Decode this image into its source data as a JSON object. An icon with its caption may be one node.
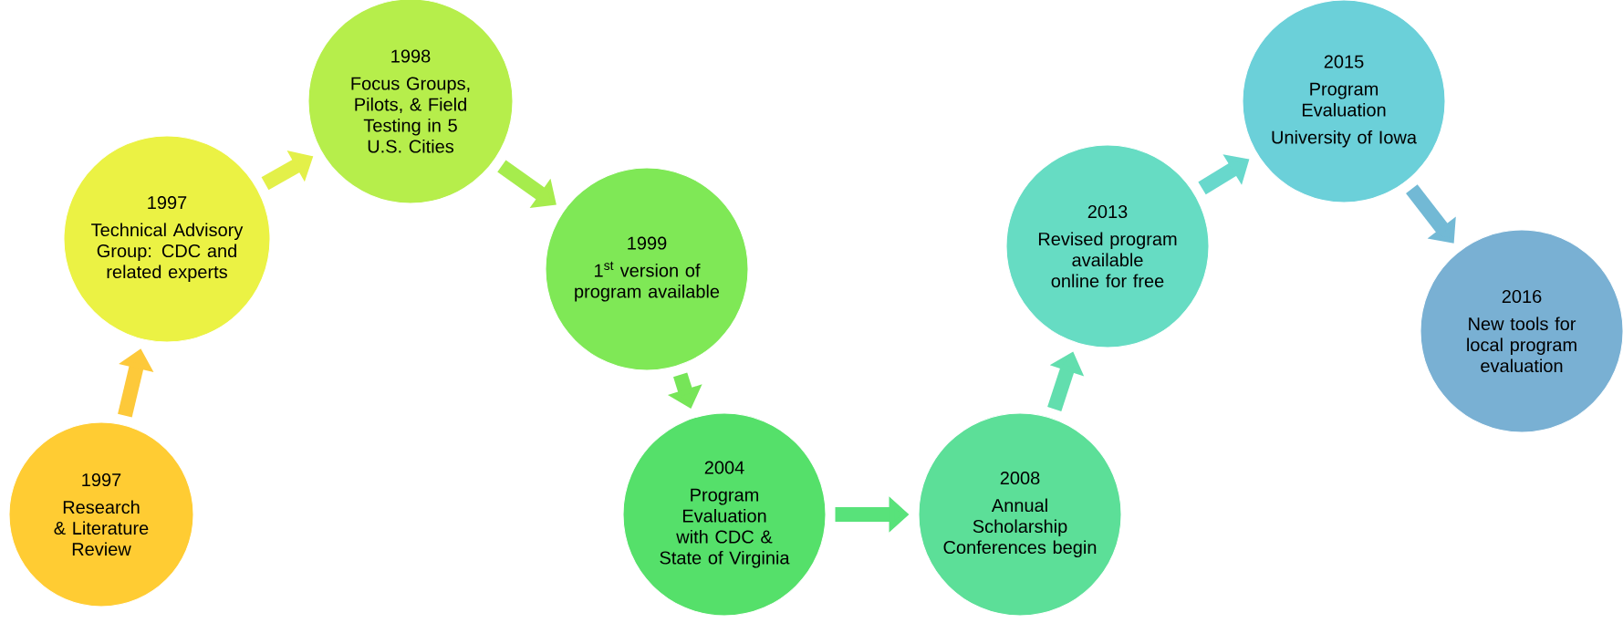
{
  "diagram": {
    "nodes": [
      {
        "text": [
          "1997",
          "Research & Literature Review"
        ]
      },
      {
        "text": [
          "1997",
          "Technical Advisory Group:  CDC and related experts"
        ]
      },
      {
        "text": [
          "1998",
          "Focus Groups, Pilots, & Field Testing in 5 U.S. Cities"
        ]
      },
      {
        "text": [
          "1999",
          "1$^{st}$ version of program available"
        ]
      },
      {
        "text": [
          "2004",
          "Program Evaluation with CDC & State of Virginia"
        ]
      },
      {
        "text": [
          "2008",
          "Annual Scholarship Conferences begin"
        ]
      },
      {
        "text": [
          "2013",
          "Revised program available online for free"
        ]
      },
      {
        "text": [
          "2015",
          "Program Evaluation",
          "University of Iowa"
        ]
      },
      {
        "text": [
          "2016",
          "New tools for local program evaluation"
        ]
      }
    ],
    "edges": [
      {
        "from": 0,
        "to": 1,
        "arrow": "to",
        "color": "#fdc93a"
      },
      {
        "from": 1,
        "to": 2,
        "arrow": "to",
        "color": "#e3f049"
      },
      {
        "from": 2,
        "to": 3,
        "arrow": "to",
        "color": "#a6ec4d"
      },
      {
        "from": 3,
        "to": 4,
        "arrow": "to",
        "color": "#76e558"
      },
      {
        "from": 4,
        "to": 5,
        "arrow": "to",
        "color": "#58e27a"
      },
      {
        "from": 5,
        "to": 6,
        "arrow": "to",
        "color": "#62deae"
      },
      {
        "from": 6,
        "to": 7,
        "arrow": "to",
        "color": "#68d8cc"
      },
      {
        "from": 7,
        "to": 8,
        "arrow": "to",
        "color": "#72b9d5"
      }
    ]
  }
}
